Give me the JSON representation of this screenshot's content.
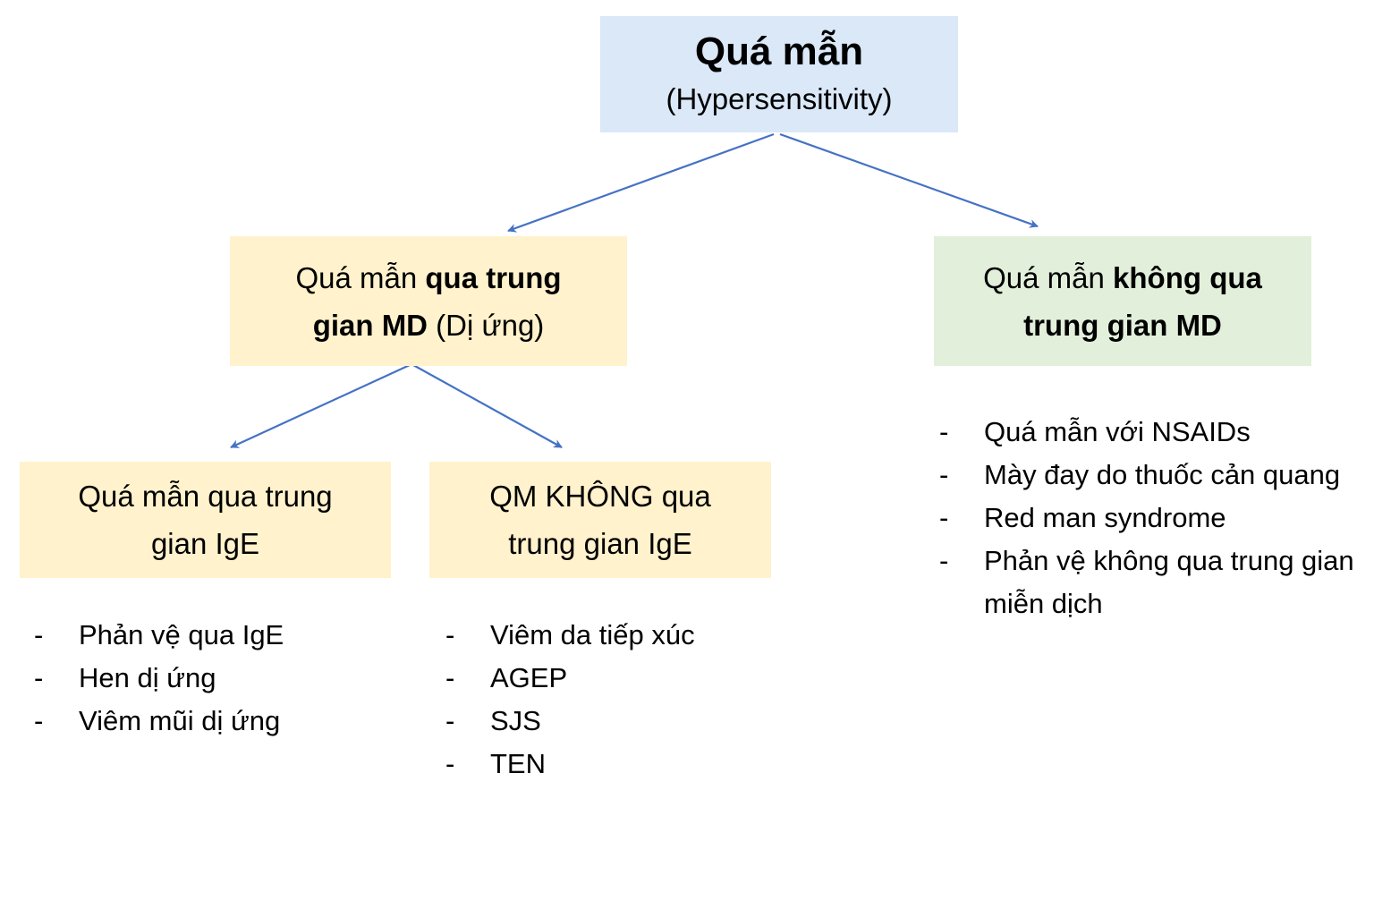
{
  "root": {
    "title": "Quá mẫn",
    "subtitle": "(Hypersensitivity)"
  },
  "mediated": {
    "line1_normal": "Quá mẫn ",
    "line1_bold": "qua trung",
    "line2_bold": "gian MD",
    "line2_normal": " (Dị ứng)"
  },
  "non_mediated": {
    "line1_normal": "Quá mẫn ",
    "line1_bold": "không qua",
    "line2_bold": "trung gian MD"
  },
  "ige": {
    "line1": "Quá mẫn qua trung",
    "line2": "gian IgE"
  },
  "non_ige": {
    "line1": "QM KHÔNG qua",
    "line2": "trung gian IgE"
  },
  "ige_list": [
    "Phản vệ qua IgE",
    "Hen dị ứng",
    "Viêm mũi dị ứng"
  ],
  "non_ige_list": [
    "Viêm da tiếp xúc",
    "AGEP",
    "SJS",
    "TEN"
  ],
  "non_mediated_list": [
    "Quá mẫn với NSAIDs",
    "Mày đay do thuốc cản quang",
    "Red man syndrome",
    "Phản vệ không qua trung gian miễn dịch"
  ],
  "dash": "-",
  "colors": {
    "root": "#dae8f8",
    "mediated": "#fff2cc",
    "non_mediated": "#e2efda",
    "arrow": "#4472c4"
  }
}
